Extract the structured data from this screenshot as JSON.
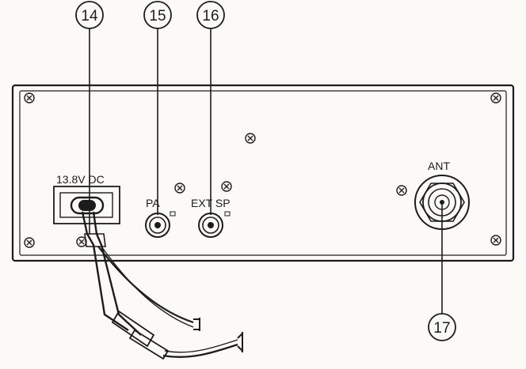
{
  "callouts": {
    "c14": "14",
    "c15": "15",
    "c16": "16",
    "c17": "17"
  },
  "labels": {
    "power": "13.8V  DC",
    "pa": "PA",
    "ext_sp": "EXT SP",
    "ant": "ANT"
  }
}
